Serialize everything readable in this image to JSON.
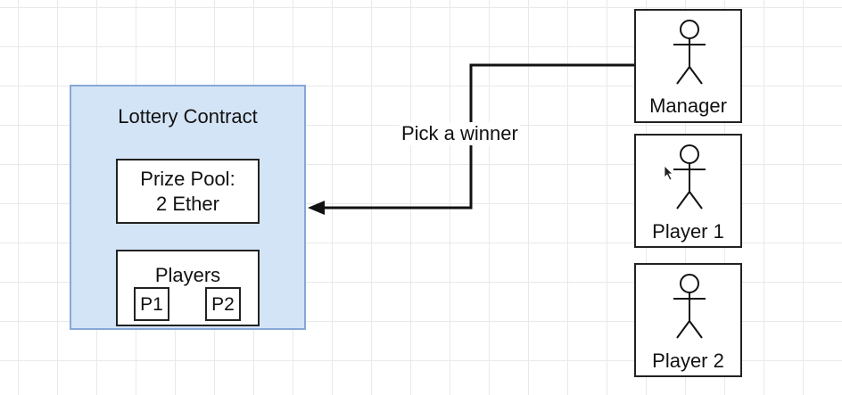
{
  "contract": {
    "title": "Lottery Contract",
    "prize_pool": {
      "line1": "Prize Pool:",
      "line2": "2 Ether"
    },
    "players": {
      "label": "Players",
      "items": [
        "P1",
        "P2"
      ]
    }
  },
  "arrow_label": "Pick a winner",
  "actors": [
    {
      "label": "Manager"
    },
    {
      "label": "Player 1"
    },
    {
      "label": "Player 2"
    }
  ],
  "colors": {
    "contract_fill": "#d4e4f7",
    "contract_border": "#86a8d6",
    "line": "#111111"
  }
}
